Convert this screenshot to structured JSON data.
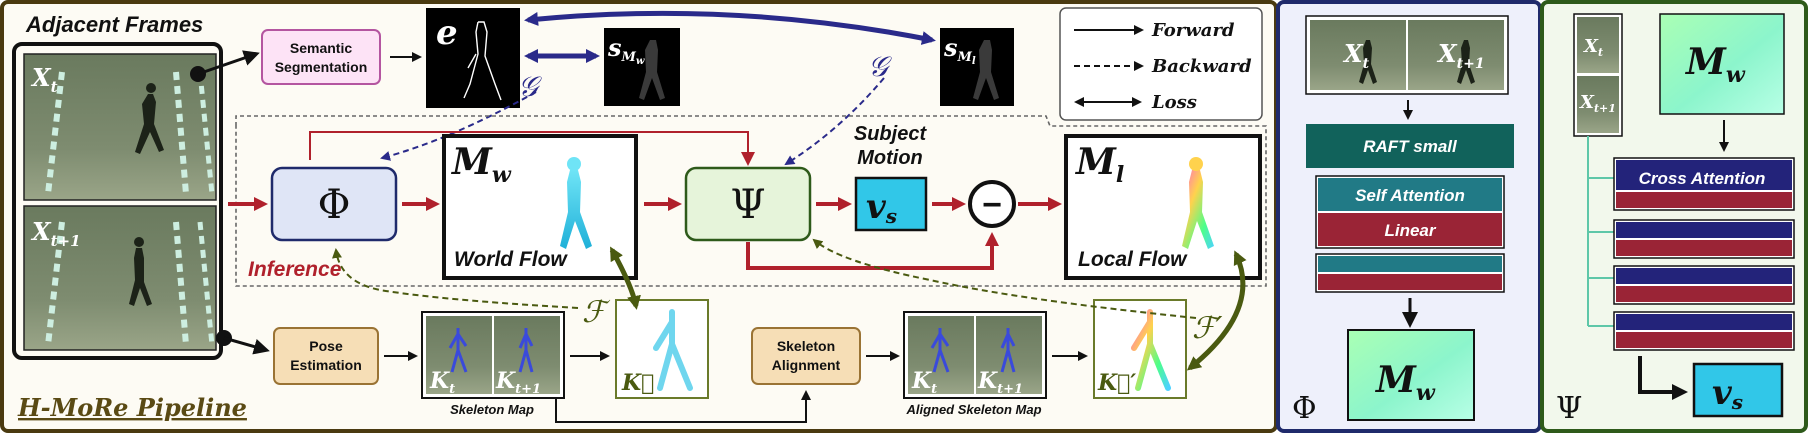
{
  "pipeline": {
    "title": "H-MoRe Pipeline",
    "adjacent_frames": "Adjacent Frames",
    "frame_t": "X",
    "frame_t_sub": "t",
    "frame_t1": "X",
    "frame_t1_sub": "t+1",
    "semantic_seg": [
      "Semantic",
      "Segmentation"
    ],
    "edge_symbol": "e",
    "s_mw": "s",
    "s_mw_sub": "M",
    "s_mw_subsub": "w",
    "s_ml": "s",
    "s_ml_sub": "M",
    "s_ml_subsub": "l",
    "g_left": "𝒢",
    "g_right": "𝒢",
    "phi": "Φ",
    "psi": "Ψ",
    "mw": "M",
    "mw_sub": "w",
    "world_flow": "World Flow",
    "subject_motion": [
      "Subject",
      "Motion"
    ],
    "vs": "v",
    "vs_sub": "s",
    "minus": "−",
    "ml": "M",
    "ml_sub": "l",
    "local_flow": "Local Flow",
    "inference": "Inference",
    "pose_estimation": [
      "Pose",
      "Estimation"
    ],
    "kt": "K",
    "kt_sub": "t",
    "kt1": "K",
    "kt1_sub": "t+1",
    "skeleton_map": "Skeleton Map",
    "k_vec": "K⃗",
    "f_left": "ℱ",
    "skeleton_alignment": [
      "Skeleton",
      "Alignment"
    ],
    "akt": "K",
    "akt_sub": "t",
    "akt1": "K",
    "akt1_sub": "t+1",
    "aligned_skeleton_map": "Aligned Skeleton Map",
    "k_vec_prime": "K⃗′",
    "f_prime": "ℱ′"
  },
  "legend": {
    "forward": "Forward",
    "backward": "Backward",
    "loss": "Loss"
  },
  "phi_panel": {
    "symbol": "Φ",
    "xt": "X",
    "xt_sub": "t",
    "xt1": "X",
    "xt1_sub": "t+1",
    "raft": "RAFT small",
    "self_attention": "Self Attention",
    "linear": "Linear",
    "mw": "M",
    "mw_sub": "w"
  },
  "psi_panel": {
    "symbol": "Ψ",
    "xt": "X",
    "xt_sub": "t",
    "xt1": "X",
    "xt1_sub": "t+1",
    "mw": "M",
    "mw_sub": "w",
    "cross_attention": "Cross Attention",
    "vs": "v",
    "vs_sub": "s"
  },
  "colors": {
    "pipeline_border": "#4a3a10",
    "phi_border": "#1f2a6b",
    "psi_border": "#2e5a1a",
    "forward_red": "#b0212c",
    "loss_blue": "#2a2a8a",
    "backward_green": "#4a5a10",
    "raft_teal": "#11625b",
    "attn_teal": "#217a86",
    "linear_red": "#9a2436",
    "cross_navy": "#23237a",
    "vs_cyan": "#31c7e8"
  }
}
